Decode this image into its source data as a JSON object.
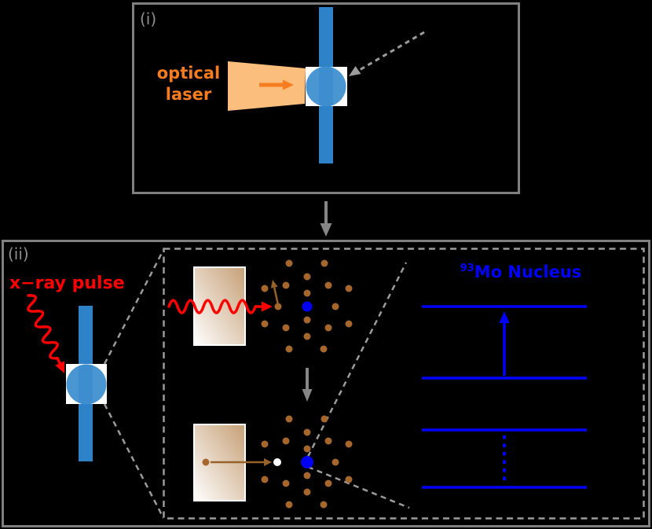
{
  "panel_i": {
    "label": "(i)",
    "laser_label_line1": "optical",
    "laser_label_line2": "laser"
  },
  "panel_ii": {
    "label": "(ii)",
    "xray_label": "x−ray pulse"
  },
  "energy_diagram": {
    "isotope_mass": "93",
    "title": "Mo Nucleus"
  },
  "colors": {
    "background": "#000000",
    "panel-border": "#7f7f7f",
    "label-gray": "#8e8e8e",
    "red": "#ff0000",
    "orange": "#f57d1f",
    "beam-orange": "#fcbe7d",
    "bar-blue": "#2d82c8",
    "target-blue": "#4a96d3",
    "nucleus-blue": "#0000f5",
    "level-blue": "#0000ff",
    "electron-brown": "#a5672c",
    "arrow-brown": "#96622a",
    "tan-light": "#ffffff",
    "tan-dark": "#c6a077",
    "zoom-gray": "#9b9b9b",
    "arrow-gray": "#868686"
  }
}
